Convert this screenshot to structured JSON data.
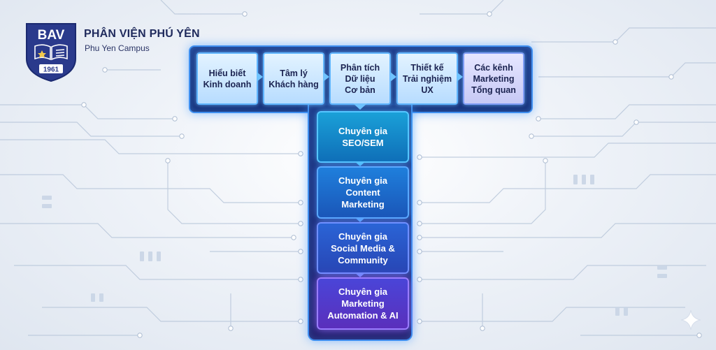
{
  "brand": {
    "logo_text": "BAV",
    "logo_year": "1961",
    "title": "PHÂN VIỆN PHÚ YÊN",
    "subtitle": "Phu Yen Campus"
  },
  "diagram": {
    "type": "T-shaped skills",
    "top_items": [
      "Hiểu biết\nKinh doanh",
      "Tâm lý\nKhách hàng",
      "Phân tích\nDữ liệu\nCơ bản",
      "Thiết kế\nTrải nghiệm\nUX",
      "Các kênh\nMarketing\nTổng quan"
    ],
    "stem_items": [
      "Chuyên gia\nSEO/SEM",
      "Chuyên gia\nContent\nMarketing",
      "Chuyên gia\nSocial Media &\nCommunity",
      "Chuyên gia\nMarketing\nAutomation & AI"
    ]
  },
  "colors": {
    "frame": "#1d3a8a",
    "glow": "#3f8ff0",
    "text_dark": "#1b2350"
  },
  "icons": {
    "logo": "shield-book-icon",
    "corner": "sparkle-icon"
  }
}
